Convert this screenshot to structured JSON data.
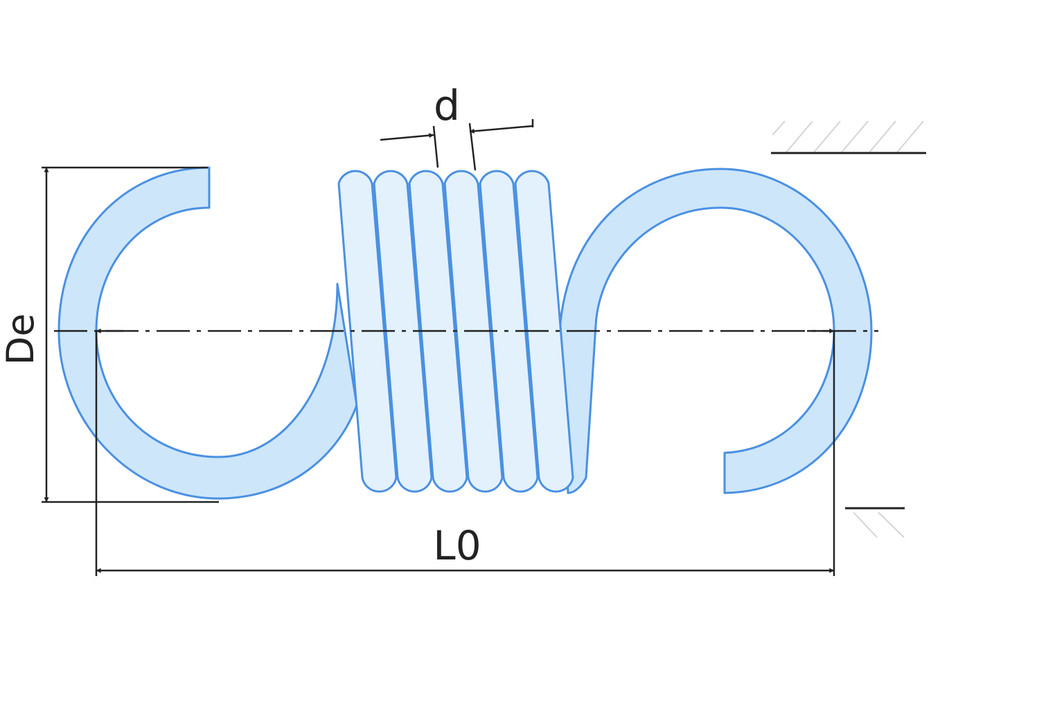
{
  "labels": {
    "wire_diameter": "d",
    "outer_diameter": "De",
    "free_length": "L0"
  },
  "colors": {
    "outline": "#4A90E2",
    "hook_fill": "#CDE6FA",
    "coil_fill": "#E3F1FC",
    "dimension": "#222222",
    "hatch": "#D4D4D4"
  },
  "coil_count": 6
}
